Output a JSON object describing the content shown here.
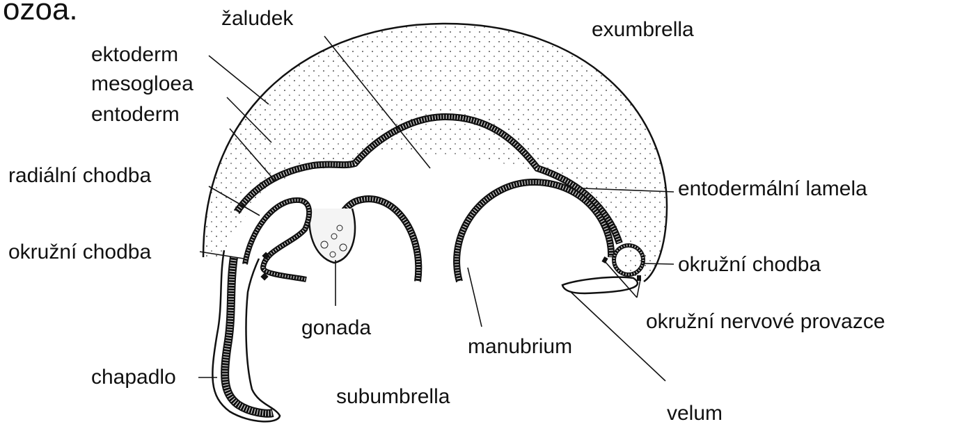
{
  "figure": {
    "title_fragment": "ozoa.",
    "labels": {
      "zaludek": "žaludek",
      "exumbrella": "exumbrella",
      "ektoderm": "ektoderm",
      "mesogloea": "mesogloea",
      "entoderm": "entoderm",
      "radialni_chodba": "radiální chodba",
      "okruzni_chodba_left": "okružní chodba",
      "entodermalni_lamela": "entodermální lamela",
      "okruzni_chodba_right": "okružní chodba",
      "okruzni_nervove_provazce": "okružní nervové provazce",
      "gonada": "gonada",
      "manubrium": "manubrium",
      "chapadlo": "chapadlo",
      "subumbrella": "subumbrella",
      "velum": "velum"
    },
    "colors": {
      "ink": "#111111",
      "background": "#ffffff",
      "stipple": "#555555"
    }
  }
}
